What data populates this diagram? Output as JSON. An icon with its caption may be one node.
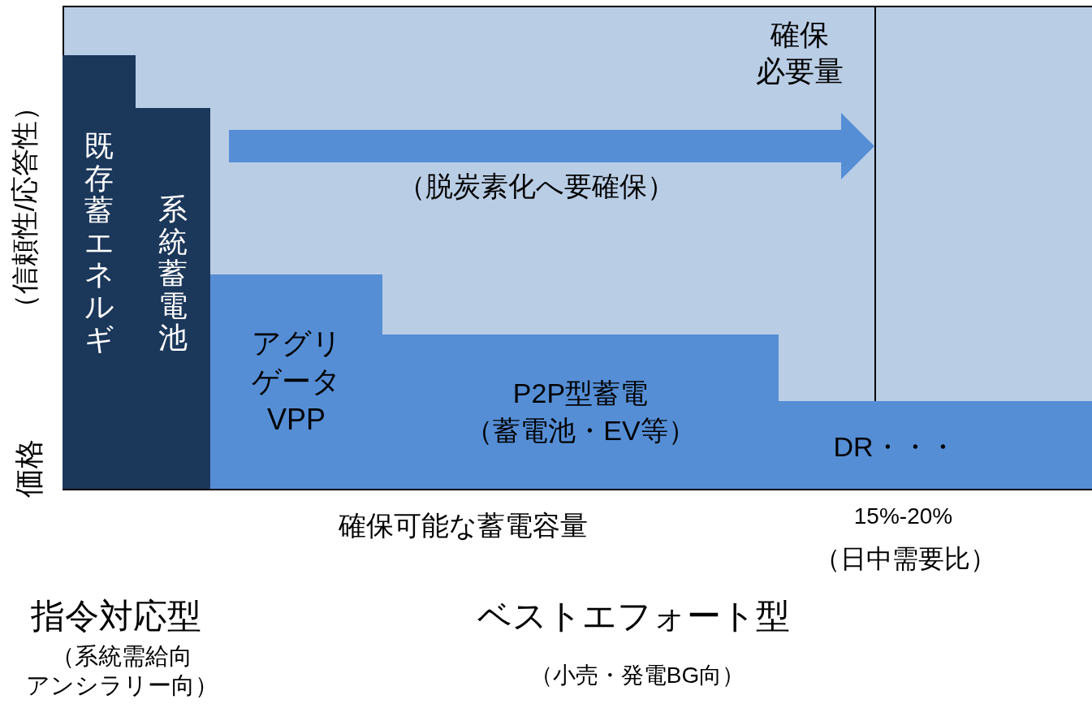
{
  "diagram": {
    "nodes": [
      {
        "text": [
          "既存蓄エネルギ"
        ]
      },
      {
        "text": [
          "系統蓄電池"
        ]
      },
      {
        "text": [
          "アグリゲータVPP"
        ]
      },
      {
        "text": [
          "P2P型蓄電",
          "（蓄電池・EV等）"
        ]
      },
      {
        "text": [
          "DR・・・"
        ]
      }
    ],
    "edges": [],
    "labels": [
      "価格",
      "（信頼性/応答性）",
      "確保必要量",
      "（脱炭素化へ要確保）",
      "確保可能な蓄電容量",
      "15%-20%",
      "（日中需要比）",
      "指令対応型",
      "（系統需給向アンシラリー向）",
      "ベストエフォート型",
      "（小売・発電BG向）"
    ]
  }
}
